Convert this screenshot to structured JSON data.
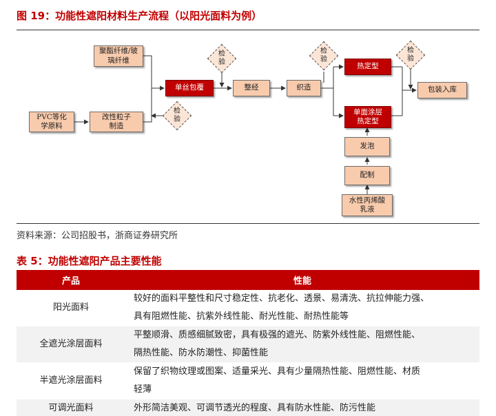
{
  "figure": {
    "title": "图 19：功能性遮阳材料生产流程（以阳光面料为例）",
    "nodes": {
      "fiber": [
        "聚酯纤维/玻",
        "璃纤维"
      ],
      "pvc": [
        "PVC等化",
        "学原料"
      ],
      "modified_pellet": [
        "改性粒子",
        "制造"
      ],
      "single_yarn": "单丝包覆",
      "warping": "整经",
      "weaving": "织造",
      "heat_setting": "热定型",
      "single_coat": [
        "单面涂层",
        "热定型"
      ],
      "foaming": "发泡",
      "mixing": "配制",
      "acrylic": [
        "水性丙烯酸",
        "乳液"
      ],
      "packing": "包装入库"
    },
    "inspection_label": [
      "检",
      "验"
    ]
  },
  "source": "资料来源：公司招股书，浙商证券研究所",
  "table": {
    "title": "表 5：功能性遮阳产品主要性能",
    "headers": [
      "产品",
      "性能"
    ],
    "rows": [
      {
        "product": "阳光面料",
        "lines": [
          "较好的面料平整性和尺寸稳定性、抗老化、透景、易清洗、抗拉伸能力强、",
          "具有阻燃性能、抗紫外线性能、耐光性能、耐热性能等"
        ]
      },
      {
        "product": "全遮光涂层面料",
        "lines": [
          "平整顺滑、质感细腻致密，具有极强的遮光、防紫外线性能、阻燃性能、",
          "隔热性能、防水防潮性、抑菌性能"
        ]
      },
      {
        "product": "半遮光涂层面料",
        "lines": [
          "保留了织物纹理或图案、适量采光、具有少量隔热性能、阻燃性能、材质",
          "轻薄"
        ]
      },
      {
        "product": "可调光面料",
        "lines": [
          "外形简洁美观、可调节透光的程度、具有防水性能、防污性能"
        ]
      }
    ]
  }
}
